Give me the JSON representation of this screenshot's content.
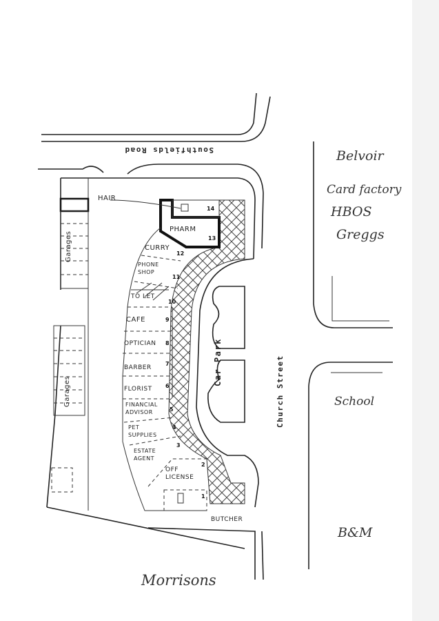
{
  "roads": {
    "top": "Southfields Road",
    "right": "Church Street"
  },
  "car_park": "Car Park",
  "garages_label": "Garages",
  "garage_numbers_top": [
    "14",
    "13",
    "12",
    "11",
    "10",
    "9",
    "8"
  ],
  "garage_numbers_bottom": [
    "7",
    "6",
    "5",
    "4",
    "3",
    "2",
    "1"
  ],
  "shops": [
    {
      "name": "HAIR",
      "unit": "14"
    },
    {
      "name": "PHARM",
      "unit": "13"
    },
    {
      "name": "CURRY",
      "unit": "12"
    },
    {
      "name": "PHONE SHOP",
      "unit": "11"
    },
    {
      "name": "TO LET",
      "unit": "10"
    },
    {
      "name": "CAFE",
      "unit": "9"
    },
    {
      "name": "OPTICIAN",
      "unit": "8"
    },
    {
      "name": "BARBER",
      "unit": "7"
    },
    {
      "name": "FLORIST",
      "unit": "6"
    },
    {
      "name": "FINANCIAL ADVISOR",
      "unit": "5"
    },
    {
      "name": "PET SUPPLIES",
      "unit": "4"
    },
    {
      "name": "ESTATE AGENT",
      "unit": "3"
    },
    {
      "name": "OFF LICENSE",
      "unit": "2"
    },
    {
      "name": "BUTCHER",
      "unit": "1"
    }
  ],
  "handwritten": {
    "belvoir": "Belvoir",
    "card_factory": "Card factory",
    "hbos": "HBOS",
    "greggs": "Greggs",
    "school": "School",
    "bm": "B&M",
    "morrisons": "Morrisons"
  }
}
